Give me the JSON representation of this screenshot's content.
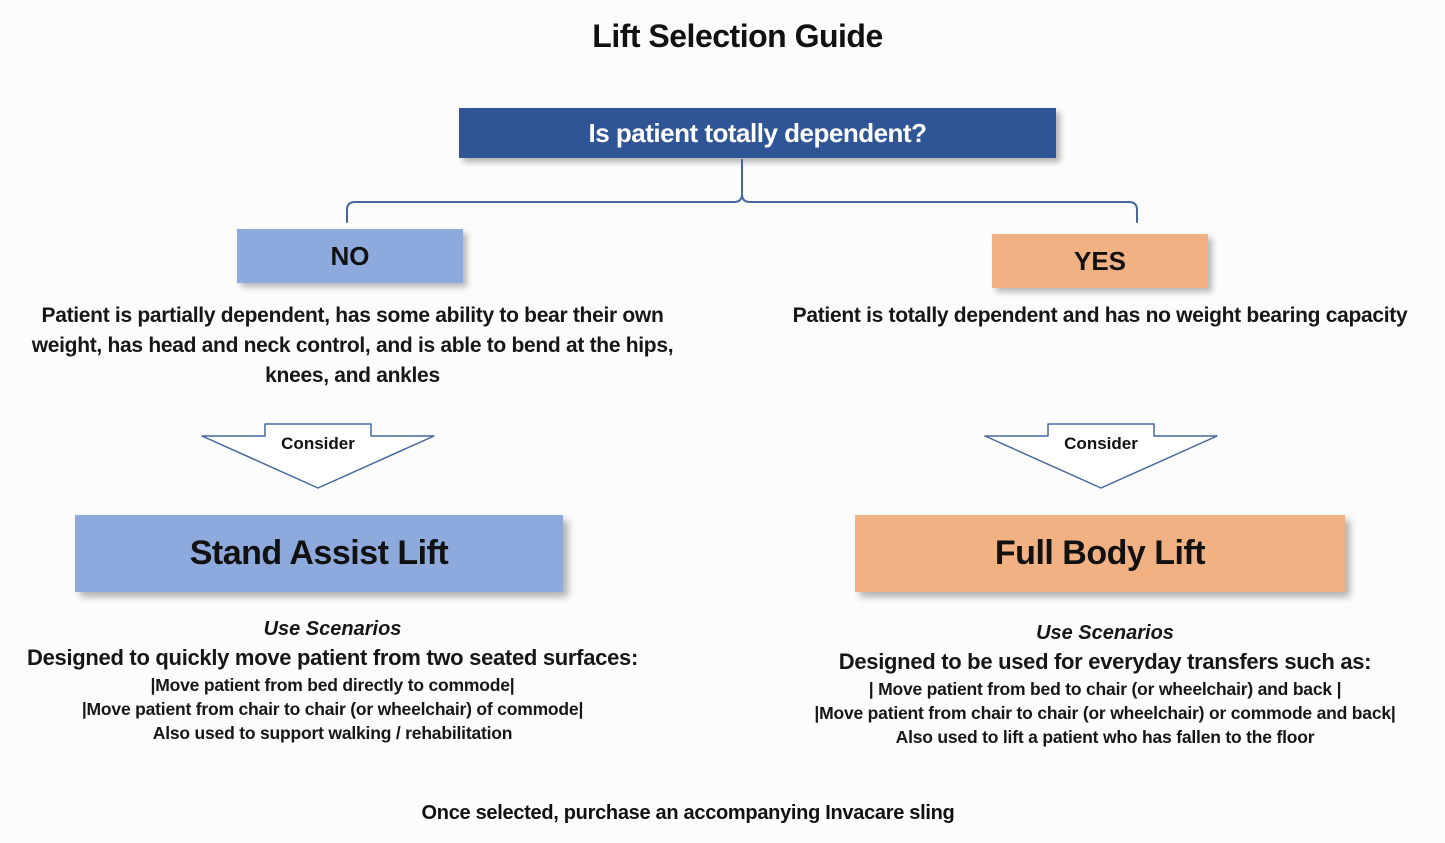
{
  "title": "Lift Selection Guide",
  "question": "Is patient totally dependent?",
  "branches": {
    "no": {
      "label": "NO",
      "description": "Patient is partially dependent, has some ability to bear their own weight, has head and neck control, and is able to bend at the hips, knees, and ankles",
      "consider_label": "Consider",
      "result": "Stand Assist Lift",
      "use_scenarios_title": "Use Scenarios",
      "use_scenarios_heading": "Designed to quickly move patient from two seated surfaces:",
      "scenarios": [
        "|Move patient from bed directly to commode|",
        "|Move patient from chair to chair (or wheelchair) of commode|",
        "Also used to support walking / rehabilitation"
      ]
    },
    "yes": {
      "label": "YES",
      "description": "Patient is totally dependent and has no weight bearing capacity",
      "consider_label": "Consider",
      "result": "Full Body Lift",
      "use_scenarios_title": "Use Scenarios",
      "use_scenarios_heading": "Designed to be used for everyday transfers such as:",
      "scenarios": [
        "| Move patient from bed to chair (or wheelchair) and back |",
        "|Move patient from chair to chair (or wheelchair) or commode and back|",
        "Also used to lift a patient who has fallen to the floor"
      ]
    }
  },
  "footer": "Once selected, purchase an accompanying Invacare sling",
  "colors": {
    "question_bg": "#2F5596",
    "no_bg": "#8EAADC",
    "yes_bg": "#F2B183",
    "connector": "#44689D"
  }
}
